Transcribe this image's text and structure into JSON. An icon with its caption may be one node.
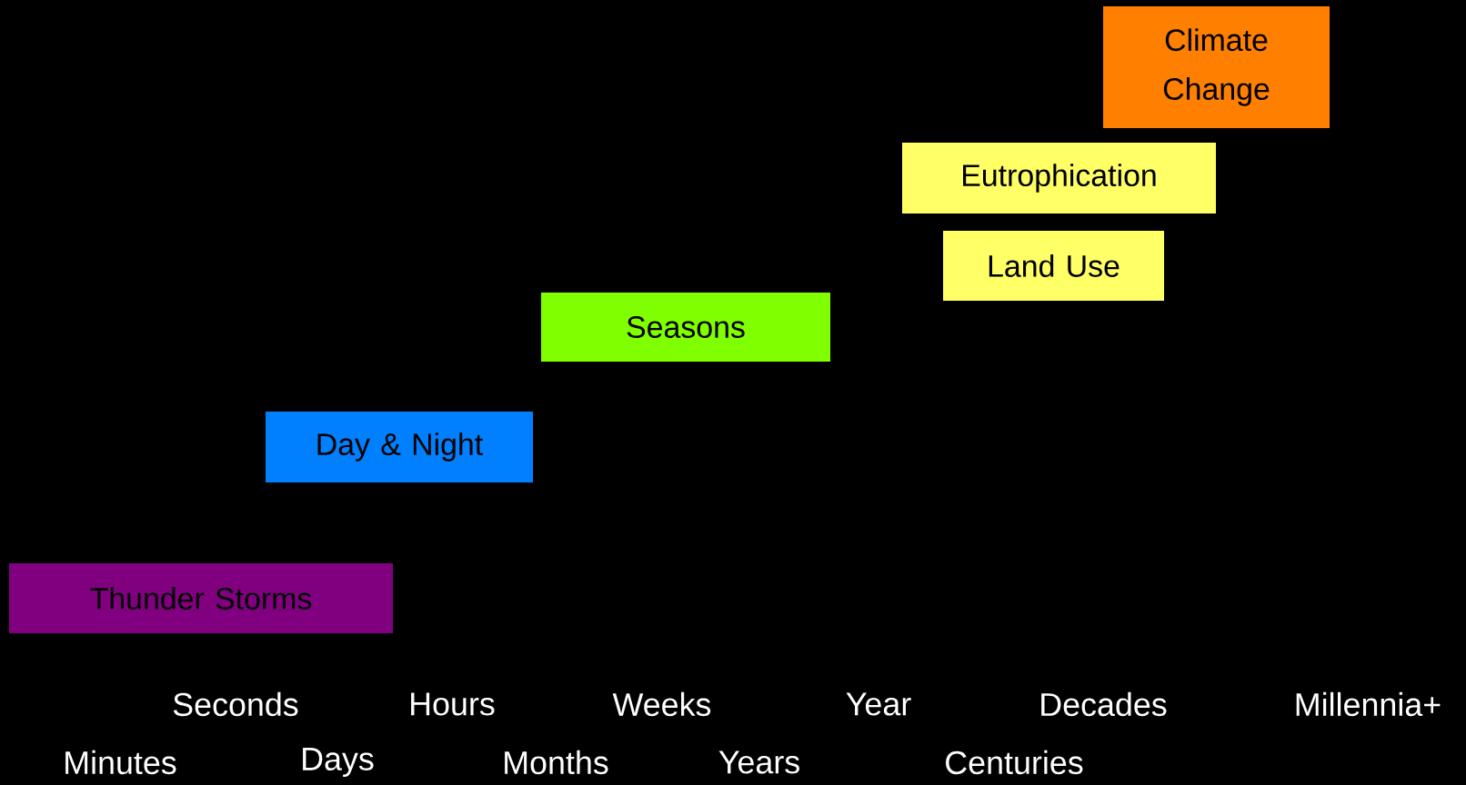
{
  "diagram": {
    "nodes": [
      {
        "text": [
          "Climate Change"
        ]
      },
      {
        "text": [
          "Eutrophication"
        ]
      },
      {
        "text": [
          "Land Use"
        ]
      },
      {
        "text": [
          "Seasons"
        ]
      },
      {
        "text": [
          "Day & Night"
        ]
      },
      {
        "text": [
          "Thunder Storms"
        ]
      }
    ],
    "labels": [
      "Seconds",
      "Hours",
      "Weeks",
      "Year",
      "Decades",
      "Millennia+",
      "Minutes",
      "Days",
      "Months",
      "Years",
      "Centuries"
    ]
  }
}
